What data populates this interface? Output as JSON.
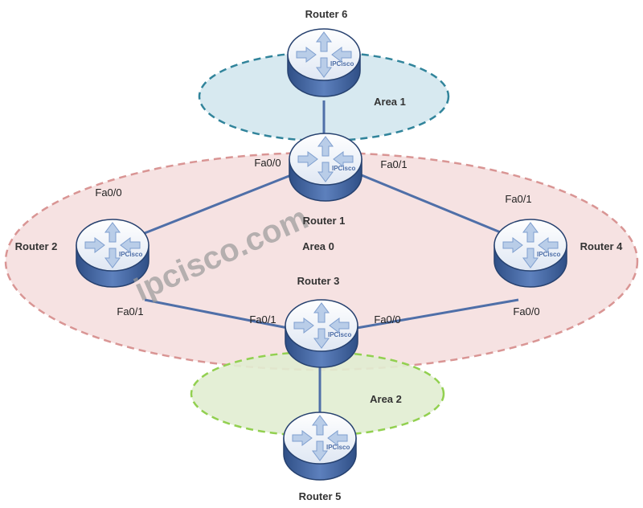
{
  "areas": {
    "area0": "Area 0",
    "area1": "Area 1",
    "area2": "Area 2"
  },
  "routers": {
    "r1": "Router 1",
    "r2": "Router 2",
    "r3": "Router 3",
    "r4": "Router 4",
    "r5": "Router 5",
    "r6": "Router 6"
  },
  "router_brand": "IPCisco",
  "interfaces": {
    "r1_left": "Fa0/0",
    "r1_right": "Fa0/1",
    "r2_top": "Fa0/0",
    "r2_bottom": "Fa0/1",
    "r4_top": "Fa0/1",
    "r4_bottom": "Fa0/0",
    "r3_left": "Fa0/1",
    "r3_right": "Fa0/0"
  },
  "watermark": "ipcisco.com",
  "colors": {
    "area0_fill": "#f6e2e2",
    "area0_stroke": "#d99594",
    "area1_fill": "#d3e7ee",
    "area1_stroke": "#31849b",
    "area2_fill": "#e1edd2",
    "area2_stroke": "#92d050",
    "link": "#4f6fa8"
  }
}
